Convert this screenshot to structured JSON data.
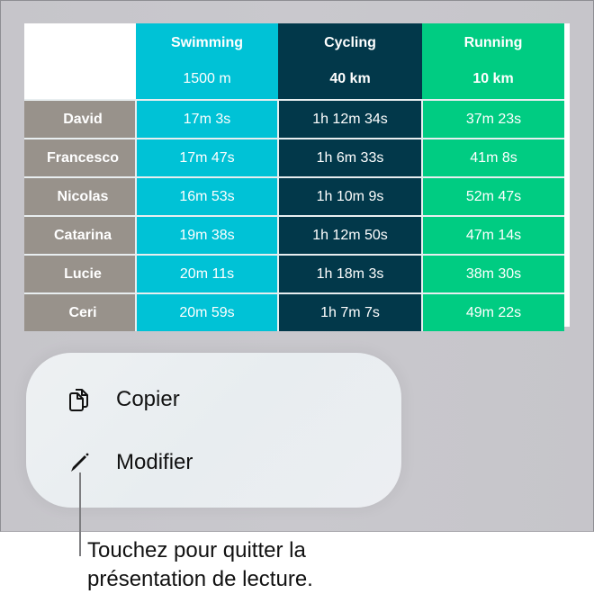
{
  "table": {
    "columns": [
      {
        "name": "",
        "distance": ""
      },
      {
        "name": "Swimming",
        "distance": "1500 m",
        "color": "#00c2d6"
      },
      {
        "name": "Cycling",
        "distance": "40 km",
        "color": "#02384a"
      },
      {
        "name": "Running",
        "distance": "10 km",
        "color": "#00cc82"
      }
    ],
    "rows": [
      {
        "name": "David",
        "swimming": "17m 3s",
        "cycling": "1h 12m 34s",
        "running": "37m 23s"
      },
      {
        "name": "Francesco",
        "swimming": "17m 47s",
        "cycling": "1h 6m 33s",
        "running": "41m 8s"
      },
      {
        "name": "Nicolas",
        "swimming": "16m 53s",
        "cycling": "1h 10m 9s",
        "running": "52m 47s"
      },
      {
        "name": "Catarina",
        "swimming": "19m 38s",
        "cycling": "1h 12m 50s",
        "running": "47m 14s"
      },
      {
        "name": "Lucie",
        "swimming": "20m 11s",
        "cycling": "1h 18m 3s",
        "running": "38m 30s"
      },
      {
        "name": "Ceri",
        "swimming": "20m 59s",
        "cycling": "1h 7m 7s",
        "running": "49m 22s"
      }
    ],
    "name_column_color": "#98928b"
  },
  "context_menu": {
    "items": [
      {
        "label": "Copier",
        "icon": "copy-icon"
      },
      {
        "label": "Modifier",
        "icon": "pencil-icon"
      }
    ]
  },
  "callout": {
    "line1": "Touchez pour quitter la",
    "line2": "présentation de lecture."
  }
}
